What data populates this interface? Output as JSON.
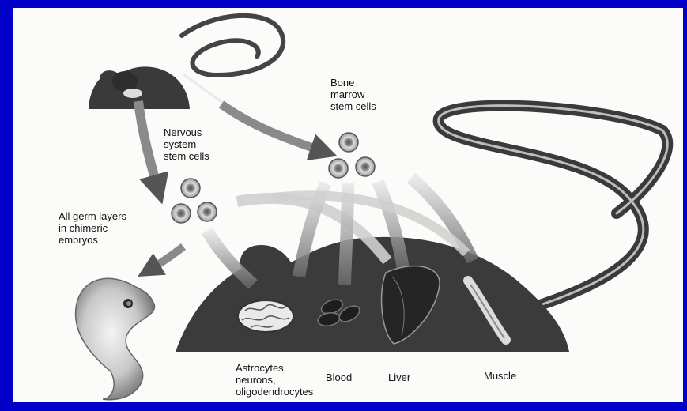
{
  "labels": {
    "bone_marrow": "Bone\nmarrow\nstem cells",
    "nervous_system": "Nervous\nsystem\nstem cells",
    "germ_layers": "All germ layers\nin chimeric\nembryos",
    "astrocytes": "Astrocytes,\nneurons,\noligodendrocytes",
    "blood": "Blood",
    "liver": "Liver",
    "muscle": "Muscle"
  },
  "colors": {
    "background": "#0000c8",
    "paper": "#fbfbf9",
    "mouse": "#3a3a3a"
  }
}
